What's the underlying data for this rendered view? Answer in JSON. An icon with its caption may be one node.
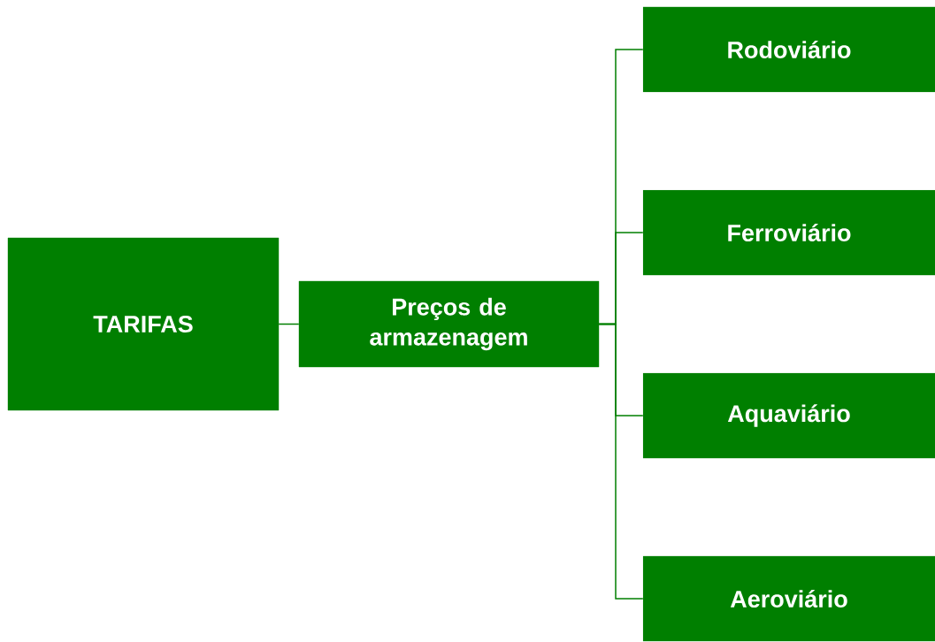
{
  "diagram": {
    "nodes": [
      {
        "text": [
          "TARIFAS"
        ]
      },
      {
        "text": [
          "Preços de armazenagem"
        ]
      },
      {
        "text": [
          "Rodoviário"
        ]
      },
      {
        "text": [
          "Ferroviário"
        ]
      },
      {
        "text": [
          "Aquaviário"
        ]
      },
      {
        "text": [
          "Aeroviário"
        ]
      }
    ],
    "edges": [
      {
        "from": 0,
        "to": 1,
        "arrow": "none"
      },
      {
        "from": 1,
        "to": 2,
        "arrow": "none"
      },
      {
        "from": 1,
        "to": 3,
        "arrow": "none"
      },
      {
        "from": 1,
        "to": 4,
        "arrow": "none"
      },
      {
        "from": 1,
        "to": 5,
        "arrow": "none"
      }
    ]
  }
}
